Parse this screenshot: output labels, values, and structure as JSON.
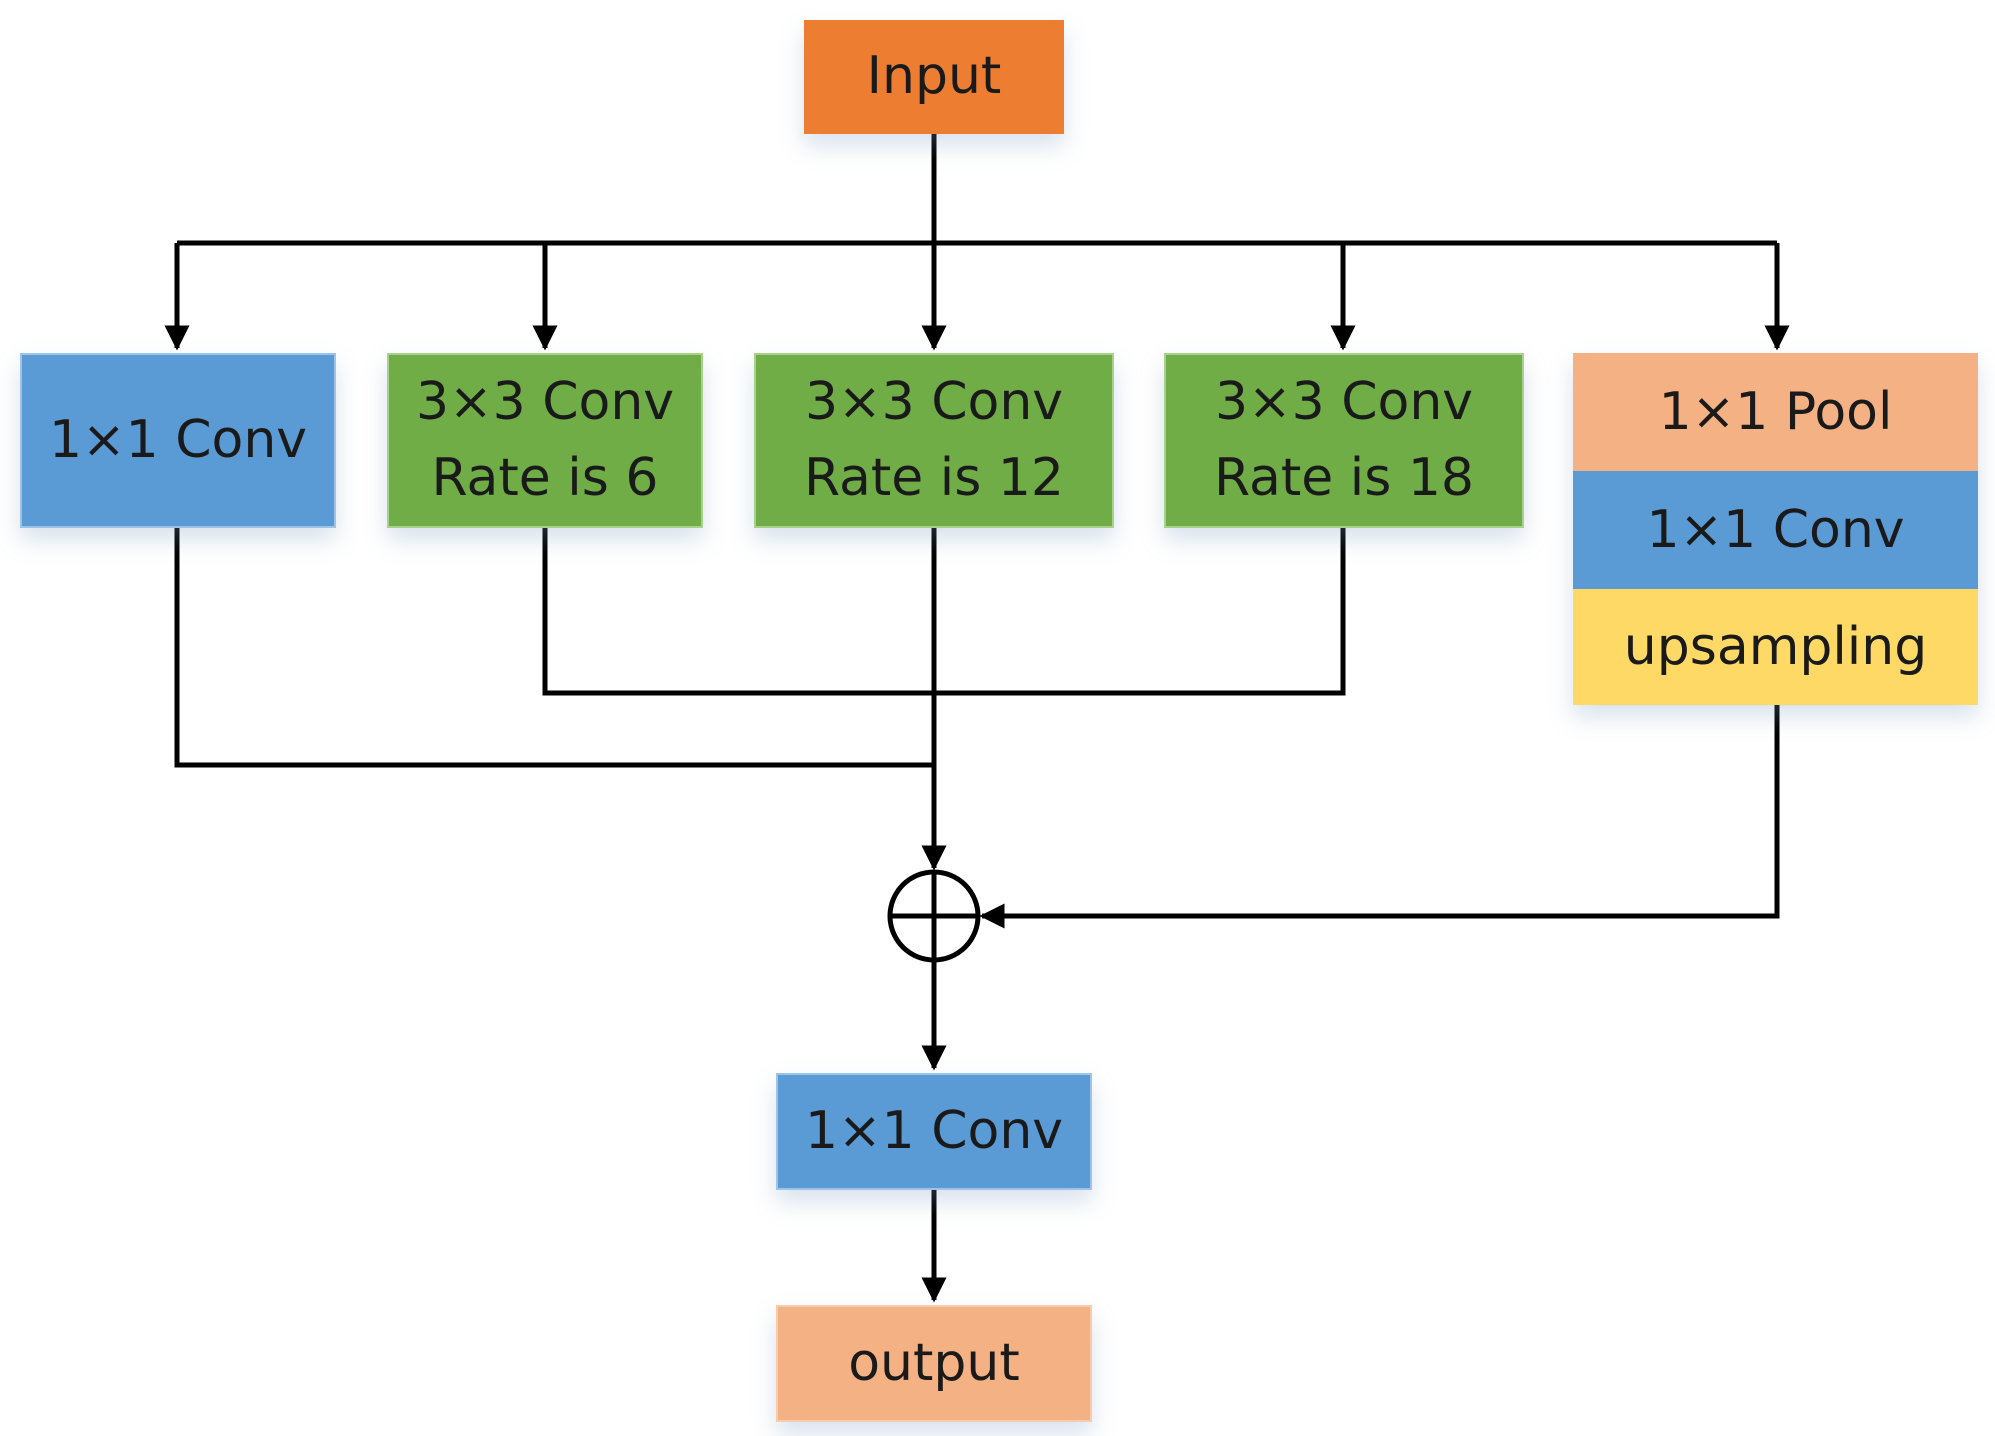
{
  "diagram": {
    "input_label": "Input",
    "branches": [
      {
        "line1": "1×1 Conv",
        "line2": ""
      },
      {
        "line1": "3×3 Conv",
        "line2": "Rate is 6"
      },
      {
        "line1": "3×3 Conv",
        "line2": "Rate is 12"
      },
      {
        "line1": "3×3 Conv",
        "line2": "Rate is 18"
      }
    ],
    "pool_branch": {
      "pool_label": "1×1 Pool",
      "conv_label": "1×1 Conv",
      "upsample_label": "upsampling"
    },
    "fusion_conv_label": "1×1 Conv",
    "output_label": "output"
  },
  "colors": {
    "input": "#ed7d31",
    "conv": "#5b9bd5",
    "atrous": "#70ad47",
    "pool": "#f4b183",
    "upsampling": "#ffd966",
    "output": "#f4b183",
    "wire": "#000000"
  }
}
